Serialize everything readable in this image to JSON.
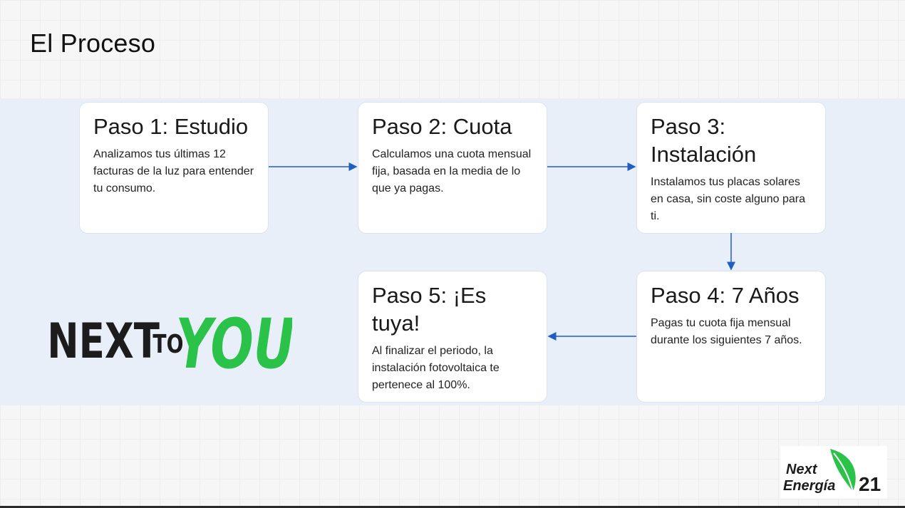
{
  "title": "El Proceso",
  "steps": [
    {
      "title": "Paso 1: Estudio",
      "text": "Analizamos tus últimas 12 facturas de la luz para entender tu consumo."
    },
    {
      "title": "Paso 2: Cuota",
      "text": "Calculamos una cuota mensual fija, basada en la media de lo que ya pagas."
    },
    {
      "title": "Paso 3: Instalación",
      "text": "Instalamos tus placas solares en casa, sin coste alguno para ti."
    },
    {
      "title": "Paso 4: 7 Años",
      "text": "Pagas tu cuota fija mensual durante los siguientes 7 años."
    },
    {
      "title": "Paso 5: ¡Es tuya!",
      "text": "Al finalizar el periodo, la instalación fotovoltaica te pertenece al 100%."
    }
  ],
  "logo_next_to_you": {
    "part1": "NEXT",
    "part2": "TO",
    "part3": "YOU"
  },
  "logo_brand": {
    "line1": "Next",
    "line2": "Energía",
    "number": "21"
  },
  "colors": {
    "band": "#e8eff9",
    "arrow": "#1f5fc4",
    "green": "#2bc24a",
    "dark": "#1c1c1c"
  }
}
